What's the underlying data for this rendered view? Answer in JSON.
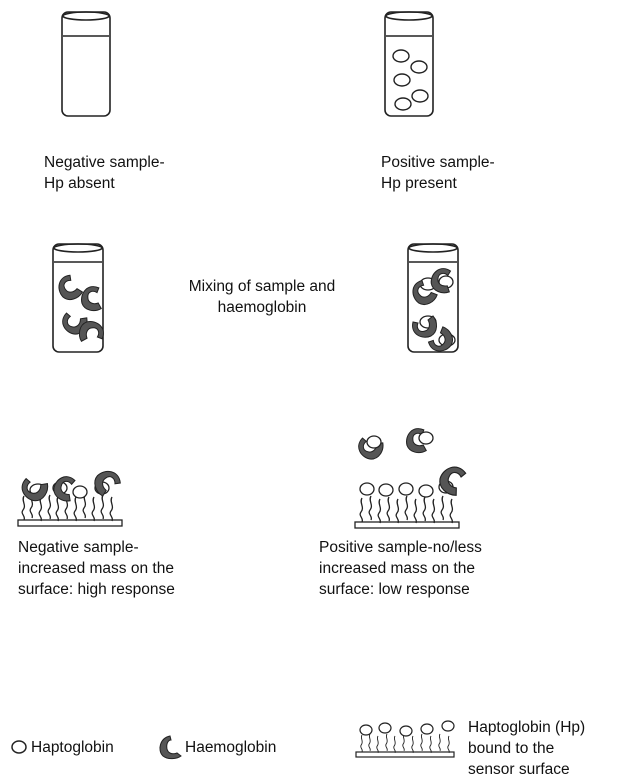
{
  "stage1": {
    "negative_tube_label": [
      "Negative sample-",
      "Hp absent"
    ],
    "positive_tube_label": [
      "Positive sample-",
      "Hp present"
    ]
  },
  "stage2": {
    "mixing_label": [
      "Mixing of sample and",
      "haemoglobin"
    ]
  },
  "stage3": {
    "negative_surface_label": [
      "Negative sample-",
      "increased mass on the",
      "surface: high response"
    ],
    "positive_surface_label": [
      "Positive sample-no/less",
      "increased mass on the",
      "surface: low response"
    ]
  },
  "legend": {
    "haptoglobin": "Haptoglobin",
    "haemoglobin": "Haemoglobin",
    "surface_desc": [
      "Haptoglobin (Hp)",
      "bound to the",
      "sensor surface"
    ]
  }
}
